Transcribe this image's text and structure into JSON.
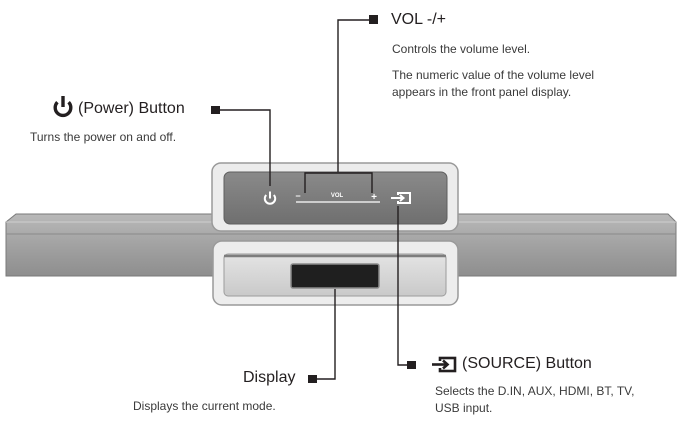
{
  "vol_callout": {
    "title": "VOL -/+",
    "line1": "Controls the volume level.",
    "line2a": "The numeric value of the volume level",
    "line2b": "appears in the front panel display."
  },
  "power_callout": {
    "title": "(Power) Button",
    "desc": "Turns the power on and off.",
    "icon": "power-icon"
  },
  "display_callout": {
    "title": "Display",
    "desc": "Displays the current mode."
  },
  "source_callout": {
    "title": "(SOURCE) Button",
    "desc_line1": "Selects the D.IN, AUX, HDMI, BT, TV,",
    "desc_line2": "USB input.",
    "icon": "source-icon"
  },
  "panel": {
    "vol_minus": "−",
    "vol_label": "VOL",
    "vol_plus": "+"
  },
  "colors": {
    "panel_dark": "#7d7d7d",
    "panel_light": "#d2d2d2",
    "bar_body": "#a6a6a6",
    "leader": "#231f20"
  }
}
